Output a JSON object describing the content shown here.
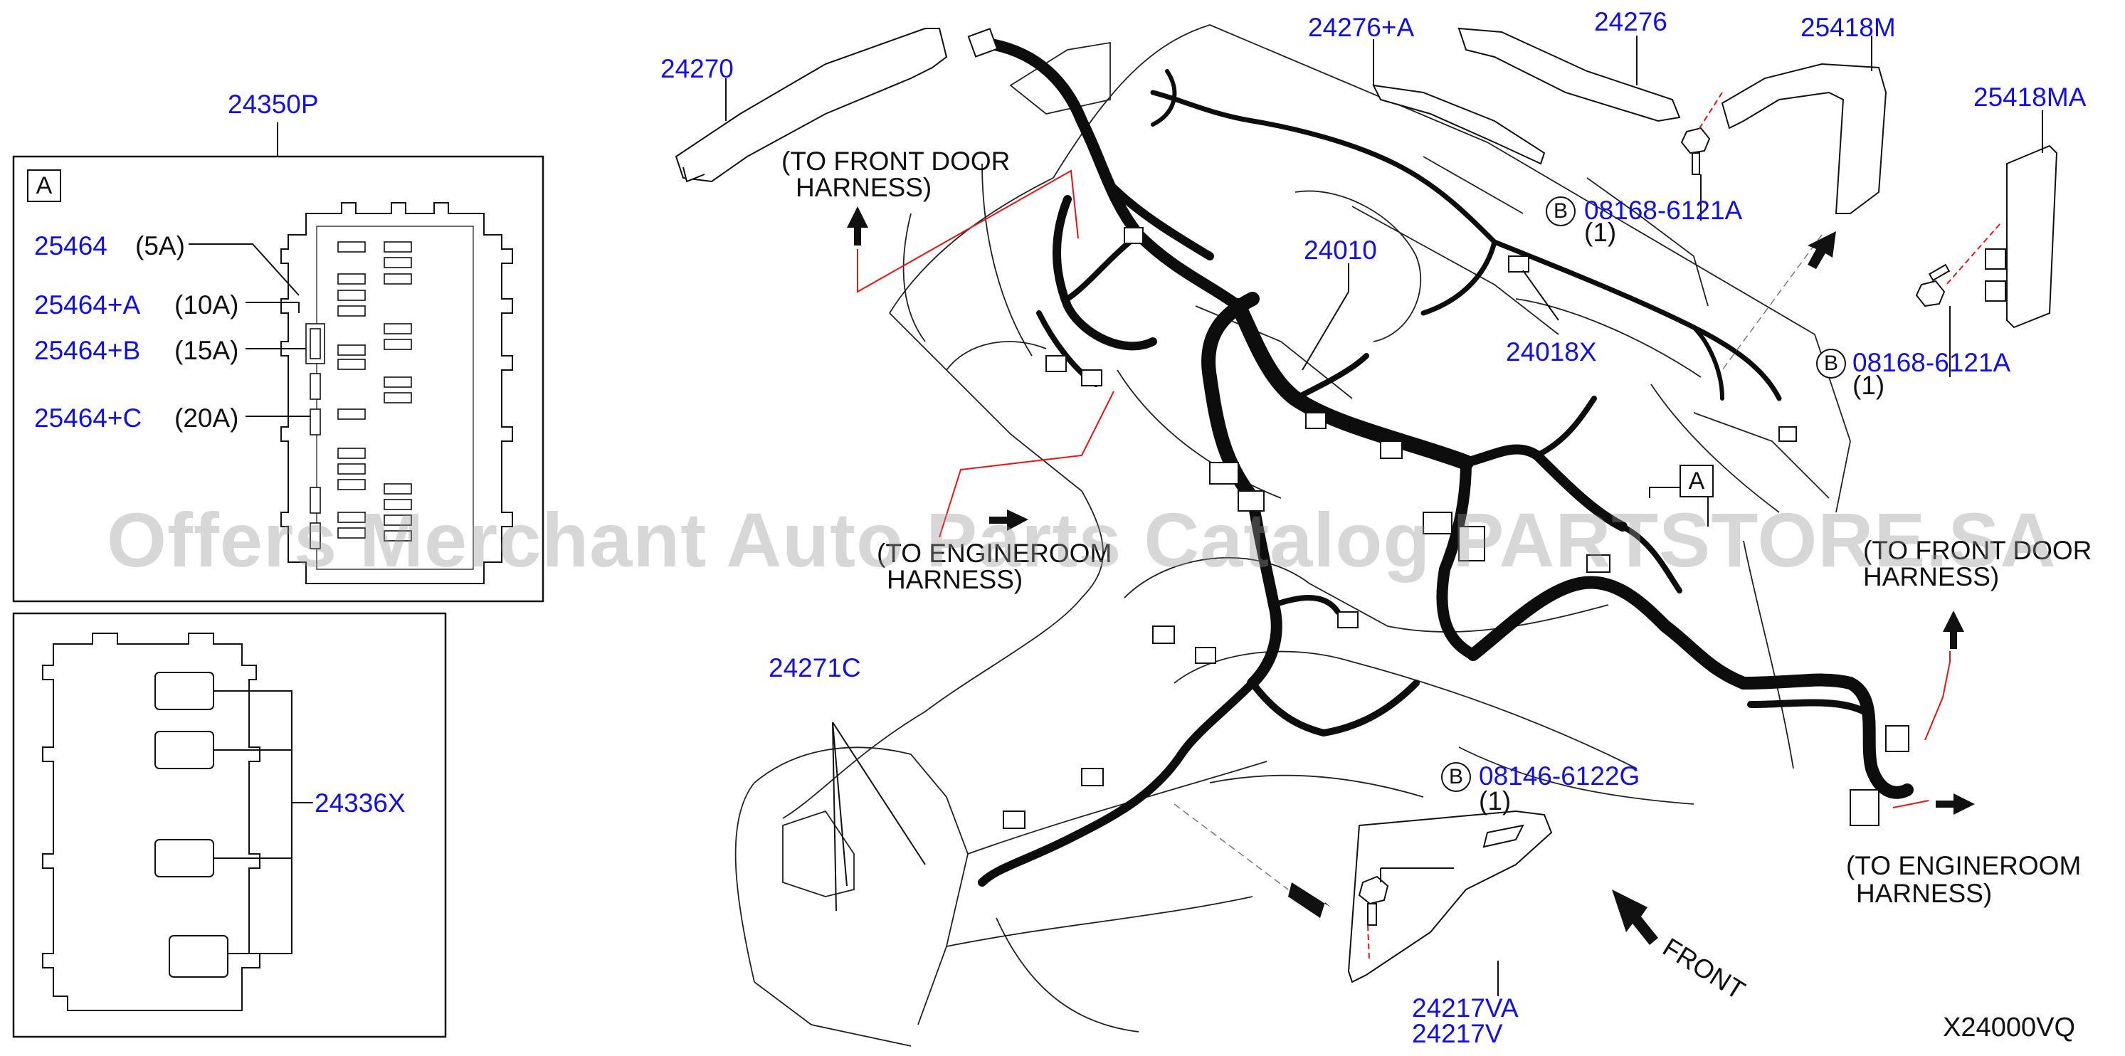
{
  "figure_code": "X24000VQ",
  "watermark": "Offers Merchant Auto Parts Catalog PARTSTORE.SA",
  "fuse_box": {
    "part": "24350P",
    "view_label": "A"
  },
  "fuses": [
    {
      "part": "25464",
      "rating": "(5A)"
    },
    {
      "part": "25464+A",
      "rating": "(10A)"
    },
    {
      "part": "25464+B",
      "rating": "(15A)"
    },
    {
      "part": "25464+C",
      "rating": "(20A)"
    }
  ],
  "relay_part": "24336X",
  "parts": {
    "p24270": "24270",
    "p24276a": "24276+A",
    "p24276": "24276",
    "p25418m": "25418M",
    "p25418ma": "25418MA",
    "p24010": "24010",
    "p24018x": "24018X",
    "p24271c": "24271C",
    "p24217va": "24217VA",
    "p24217v": "24217V"
  },
  "bolts": [
    {
      "symbol": "B",
      "part": "08168-6121A",
      "qty": "(1)"
    },
    {
      "symbol": "B",
      "part": "08168-6121A",
      "qty": "(1)"
    },
    {
      "symbol": "B",
      "part": "08146-6122G",
      "qty": "(1)"
    }
  ],
  "notes": {
    "front_door_left_1": "(TO FRONT DOOR",
    "front_door_left_2": "HARNESS)",
    "engineroom_left_1": "(TO ENGINEROOM",
    "engineroom_left_2": "HARNESS)",
    "front_door_right_1": "(TO FRONT DOOR",
    "front_door_right_2": "HARNESS)",
    "engineroom_right_1": "(TO ENGINEROOM",
    "engineroom_right_2": "HARNESS)",
    "front": "FRONT"
  },
  "view_marker": "A"
}
